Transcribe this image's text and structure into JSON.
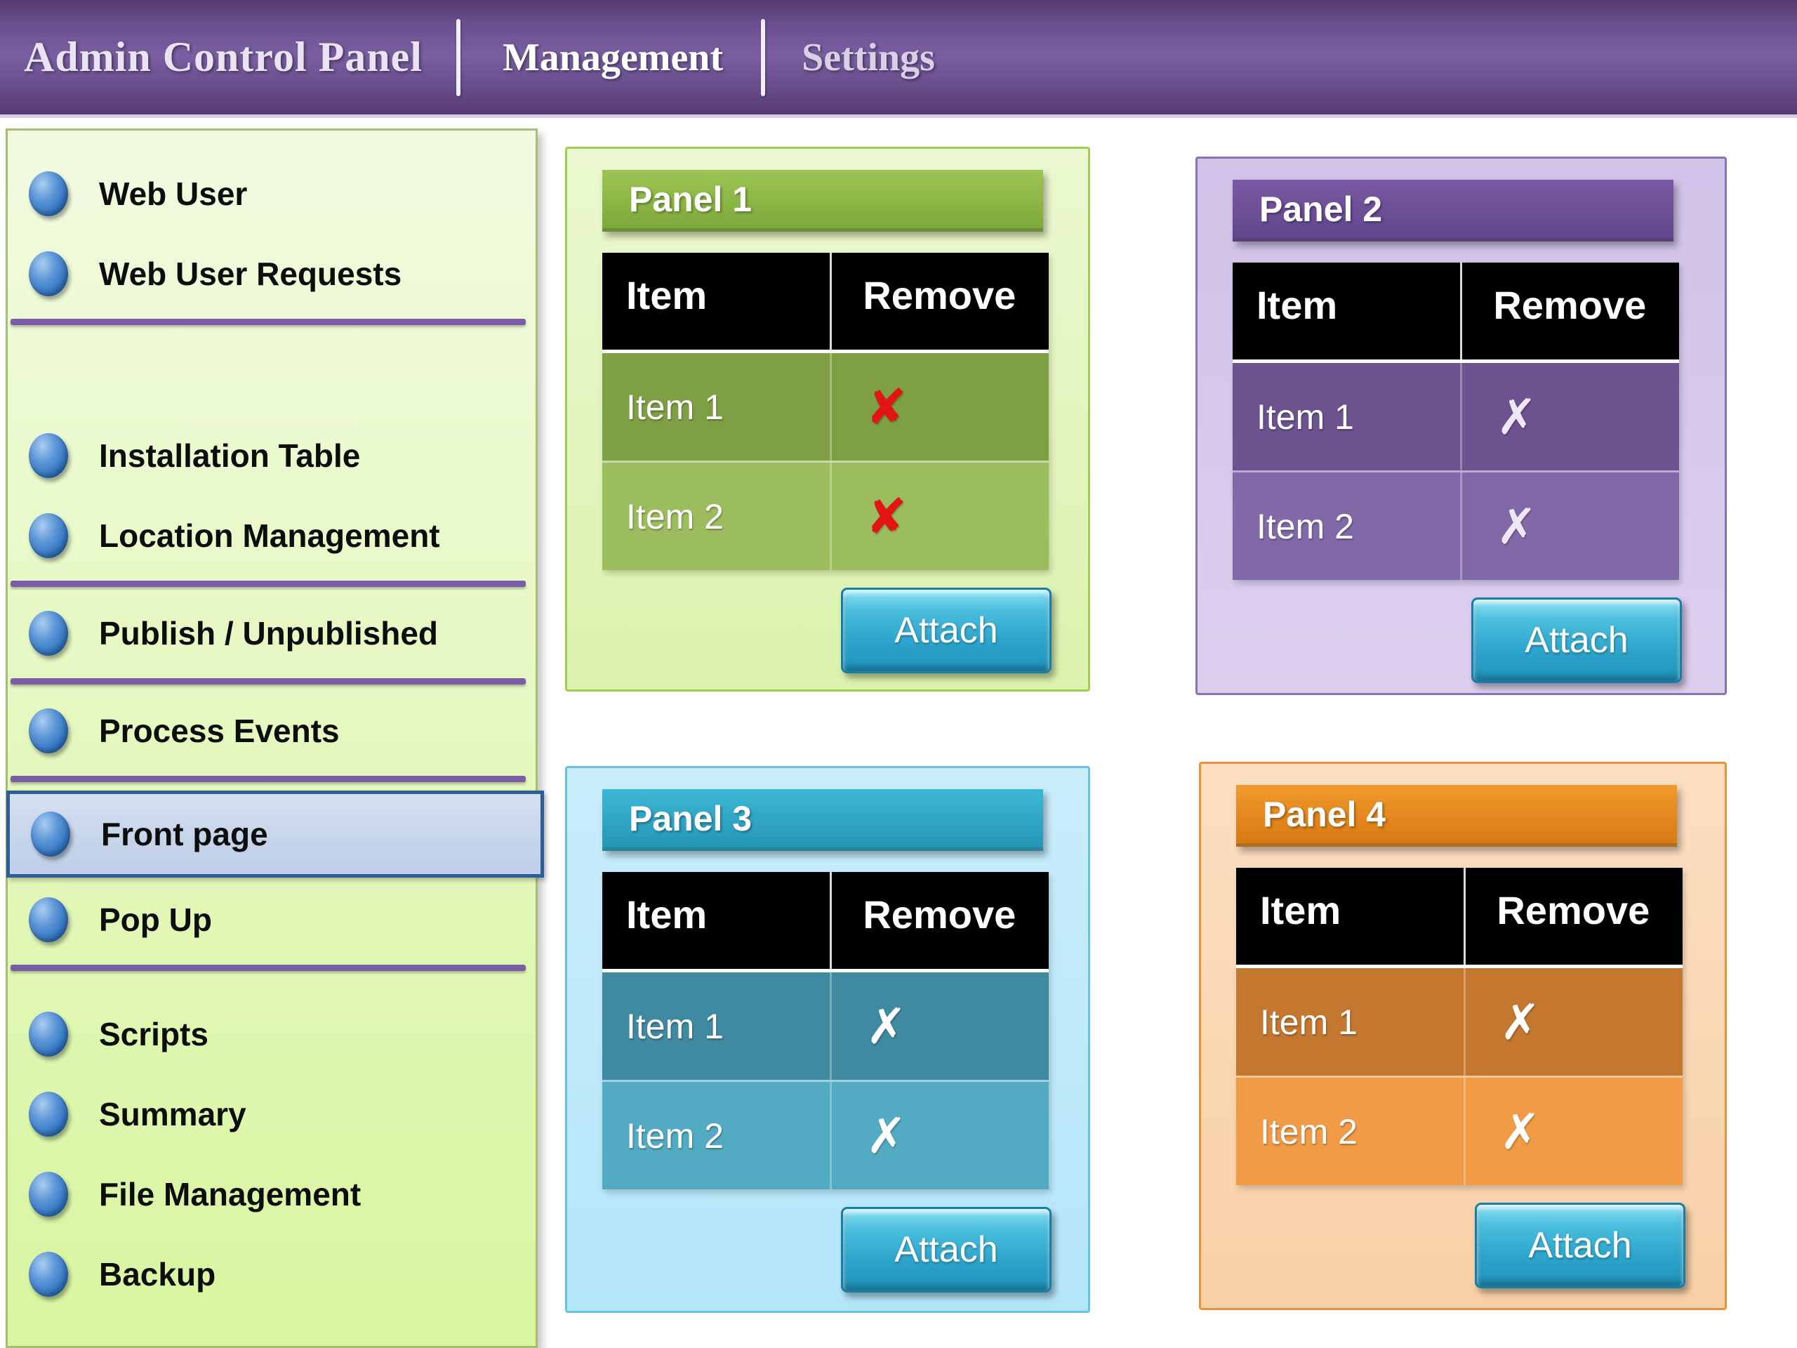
{
  "header": {
    "title": "Admin Control Panel",
    "menu_items": [
      "Management",
      "Settings"
    ]
  },
  "sidebar": {
    "items": [
      {
        "type": "link",
        "label": "Web User"
      },
      {
        "type": "link",
        "label": "Web User Requests"
      },
      {
        "type": "divider"
      },
      {
        "type": "gap"
      },
      {
        "type": "link",
        "label": "Installation Table"
      },
      {
        "type": "link",
        "label": "Location Management"
      },
      {
        "type": "divider"
      },
      {
        "type": "link",
        "label": "Publish / Unpublished"
      },
      {
        "type": "divider"
      },
      {
        "type": "link",
        "label": "Process Events"
      },
      {
        "type": "divider"
      },
      {
        "type": "link",
        "label": "Front page",
        "selected": true
      },
      {
        "type": "link",
        "label": "Pop Up"
      },
      {
        "type": "divider"
      },
      {
        "type": "gap_small"
      },
      {
        "type": "link",
        "label": "Scripts"
      },
      {
        "type": "link",
        "label": "Summary"
      },
      {
        "type": "link",
        "label": "File Management"
      },
      {
        "type": "link",
        "label": "Backup"
      }
    ]
  },
  "panels": [
    {
      "title": "Panel 1",
      "columns": [
        "Item",
        "Remove"
      ],
      "rows": [
        "Item 1",
        "Item 2"
      ],
      "remove_glyph": "✘",
      "attach_label": "Attach",
      "colors": {
        "bg_top": "#ebf8d0",
        "bg_bottom": "#dbf2ad",
        "border": "#9fce52",
        "title_top": "#9dc554",
        "title_bottom": "#7da93a",
        "row1": "#7f9f45",
        "row2": "#9cbd5e",
        "x": "#e21414"
      }
    },
    {
      "title": "Panel 2",
      "columns": [
        "Item",
        "Remove"
      ],
      "rows": [
        "Item 1",
        "Item 2"
      ],
      "remove_glyph": "✗",
      "attach_label": "Attach",
      "colors": {
        "bg_top": "#d0c2e8",
        "bg_bottom": "#dccfee",
        "border": "#8a72b4",
        "title_top": "#7b5aa4",
        "title_bottom": "#5f468c",
        "row1": "#6c538f",
        "row2": "#8169a7",
        "x": "#eee7f8"
      }
    },
    {
      "title": "Panel 3",
      "columns": [
        "Item",
        "Remove"
      ],
      "rows": [
        "Item 1",
        "Item 2"
      ],
      "remove_glyph": "✗",
      "attach_label": "Attach",
      "colors": {
        "bg_top": "#c9edfb",
        "bg_bottom": "#b4e6f9",
        "border": "#66c4e2",
        "title_top": "#3eb8d6",
        "title_bottom": "#2596b6",
        "row1": "#3f8aa0",
        "row2": "#52abc2",
        "x": "#ffffff"
      }
    },
    {
      "title": "Panel 4",
      "columns": [
        "Item",
        "Remove"
      ],
      "rows": [
        "Item 1",
        "Item 2"
      ],
      "remove_glyph": "✗",
      "attach_label": "Attach",
      "colors": {
        "bg_top": "#fbdfc1",
        "bg_bottom": "#f8d0a6",
        "border": "#e8923c",
        "title_top": "#f09a2d",
        "title_bottom": "#d87a12",
        "row1": "#c4772e",
        "row2": "#f19b47",
        "x": "#ffffff"
      }
    }
  ],
  "ui": {
    "divider_color": "#7a5ca8",
    "selected_border": "#2d5e97",
    "selected_bg": "#c6d4ea",
    "bullet_color": "#3276c2",
    "header_bg": "#6a4f8f",
    "header_text": "#e9e3f3",
    "table_header_bg": "#000000",
    "table_header_text": "#ffffff",
    "attach_top": "#8ee0f4",
    "attach_bottom": "#1f93bd"
  }
}
